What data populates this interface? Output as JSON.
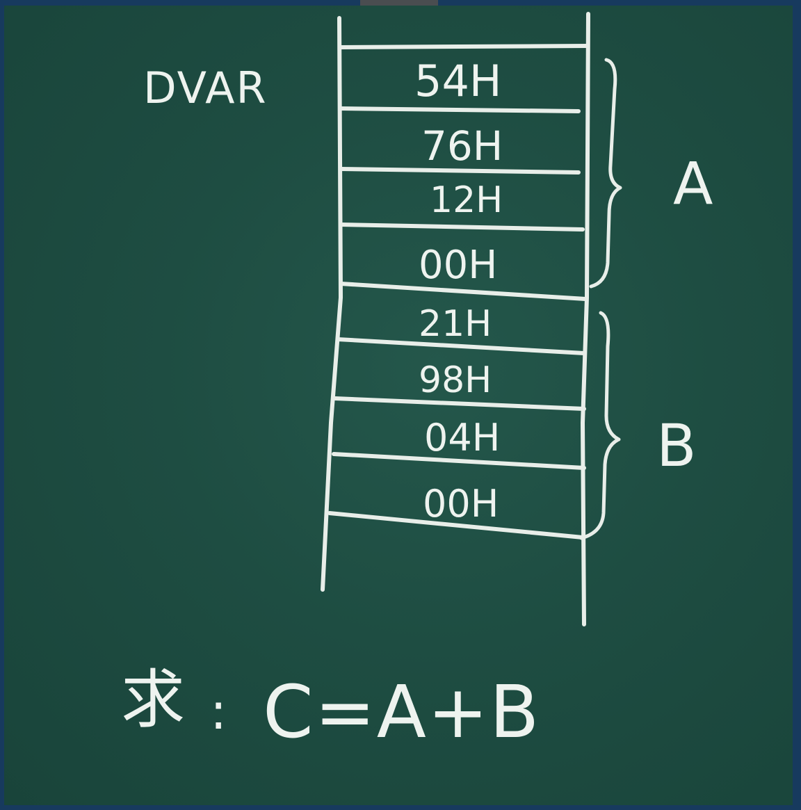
{
  "label_var": "DVAR",
  "cells": [
    "54H",
    "76H",
    "12H",
    "00H",
    "21H",
    "98H",
    "04H",
    "00H"
  ],
  "group_a": "A",
  "group_b": "B",
  "task": {
    "prefix": "求",
    "colon": ":",
    "equation": "C=A+B"
  },
  "colors": {
    "board": "#1e4d42",
    "chalk": "#eef3ef",
    "frame": "#173a5e"
  }
}
